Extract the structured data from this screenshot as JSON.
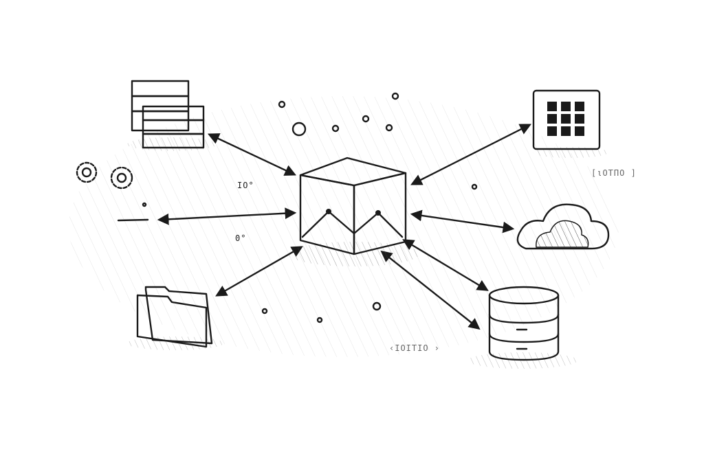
{
  "diagram": {
    "center_node": "cube-hub",
    "nodes": [
      "server-stack",
      "gears",
      "grid-app",
      "cloud",
      "folder",
      "database"
    ],
    "labels": {
      "binary_top_right": "[ιOTΠO ]",
      "binary_bottom": "‹IOITIO ›",
      "small_left": "IO°",
      "small_left2": "0°"
    },
    "colors": {
      "ink": "#1a1a1a",
      "paper": "#ffffff",
      "shade": "#bbbbbb"
    }
  }
}
